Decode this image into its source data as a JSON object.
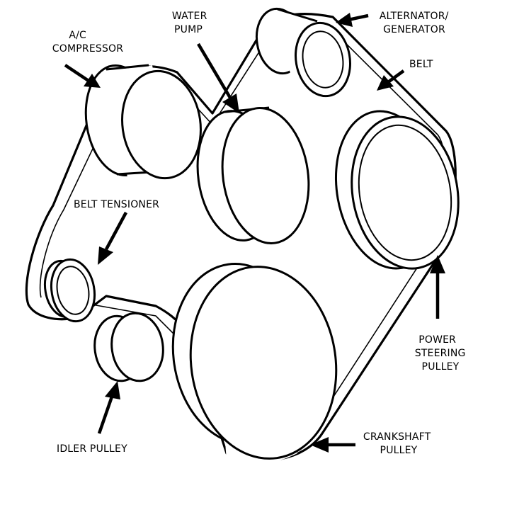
{
  "labels": {
    "ac_compressor": [
      "A/C",
      "COMPRESSOR"
    ],
    "water_pump": [
      "WATER",
      "PUMP"
    ],
    "alternator": [
      "ALTERNATOR/",
      "GENERATOR"
    ],
    "belt": "BELT",
    "belt_tensioner": "BELT TENSIONER",
    "power_steering": [
      "POWER",
      "STEERING",
      "PULLEY"
    ],
    "crankshaft": [
      "CRANKSHAFT",
      "PULLEY"
    ],
    "idler": "IDLER PULLEY"
  },
  "colors": {
    "line": "#000000",
    "background": "#ffffff"
  }
}
